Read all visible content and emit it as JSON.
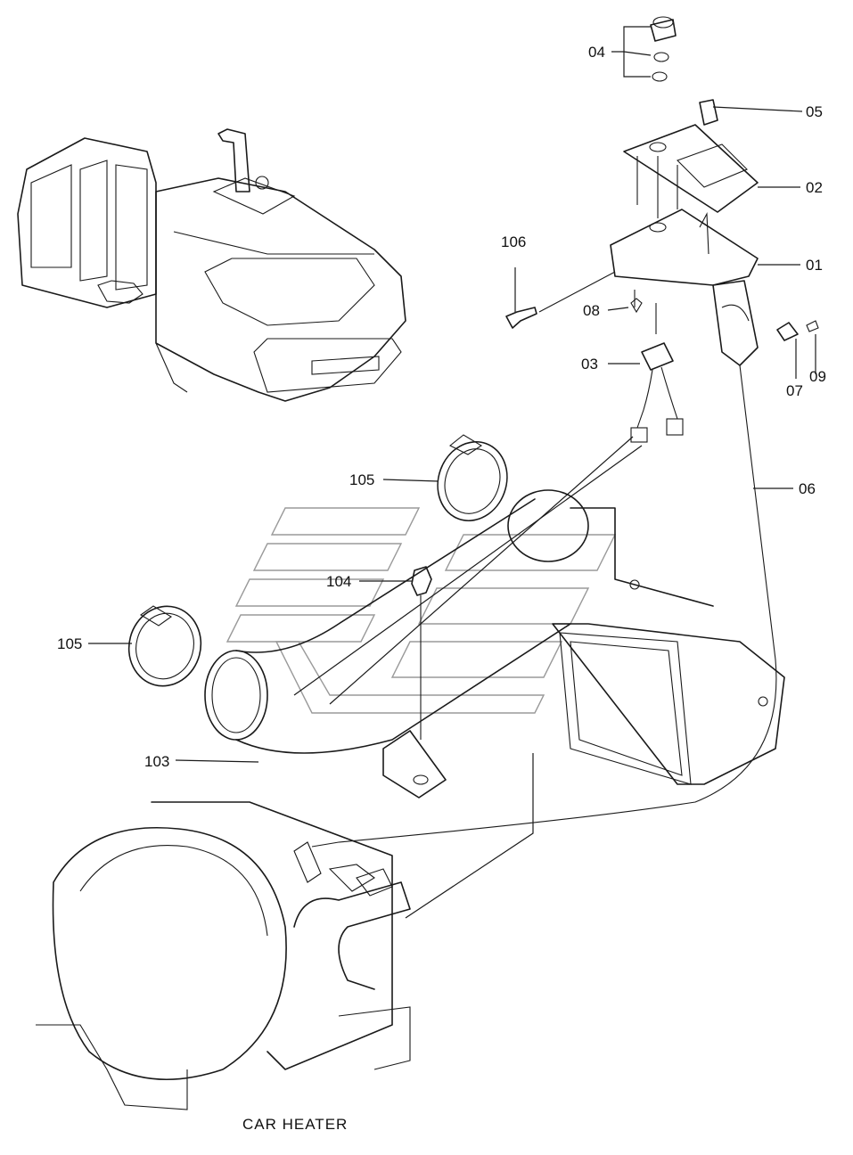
{
  "caption": "CAR HEATER",
  "callouts": {
    "c04": "04",
    "c05": "05",
    "c02": "02",
    "c01": "01",
    "c106": "106",
    "c08": "08",
    "c03": "03",
    "c07": "07",
    "c09": "09",
    "c06": "06",
    "c105a": "105",
    "c104": "104",
    "c105b": "105",
    "c103": "103"
  }
}
